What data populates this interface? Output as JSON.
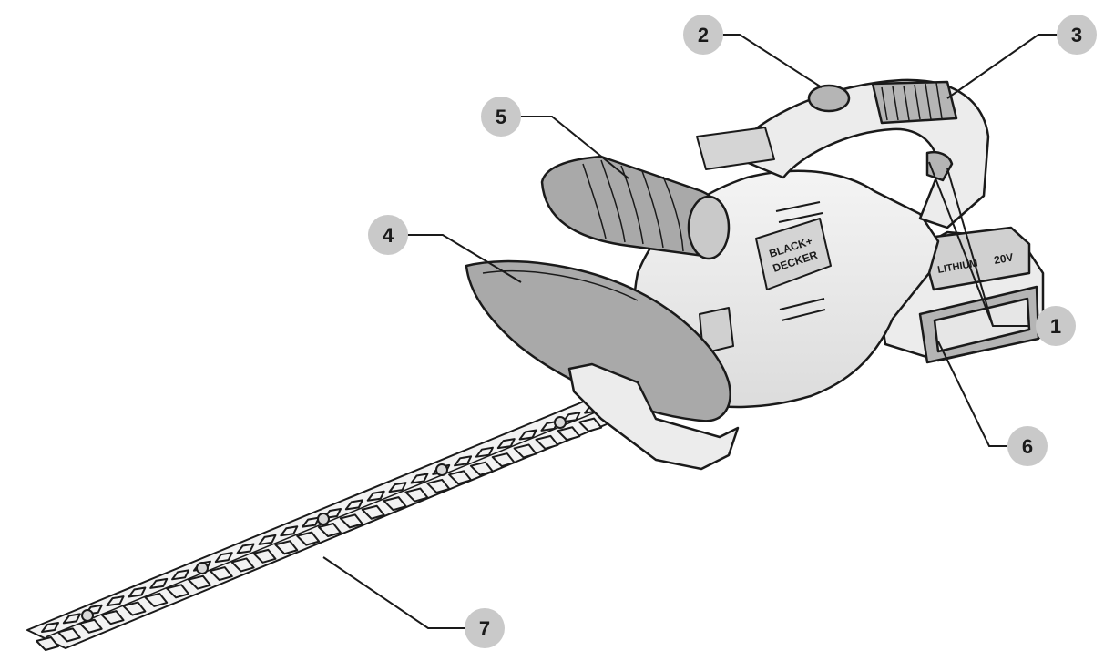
{
  "diagram": {
    "brand_text": {
      "line1": "BLACK+",
      "line2": "DECKER"
    },
    "battery_text": {
      "chem": "LITHIUM",
      "volt": "20V"
    },
    "callouts": [
      {
        "id": "1",
        "label": "1"
      },
      {
        "id": "2",
        "label": "2"
      },
      {
        "id": "3",
        "label": "3"
      },
      {
        "id": "4",
        "label": "4"
      },
      {
        "id": "5",
        "label": "5"
      },
      {
        "id": "6",
        "label": "6"
      },
      {
        "id": "7",
        "label": "7"
      }
    ]
  },
  "colors": {
    "badge_fill": "#c9c9c9",
    "badge_text": "#1a1a1a",
    "stroke": "#1a1a1a",
    "body_fill": "#ececec",
    "shade_fill": "#b5b5b5",
    "guard_fill": "#a9a9a9"
  },
  "icons": {
    "trimmer": "hedge-trimmer-illustration"
  }
}
